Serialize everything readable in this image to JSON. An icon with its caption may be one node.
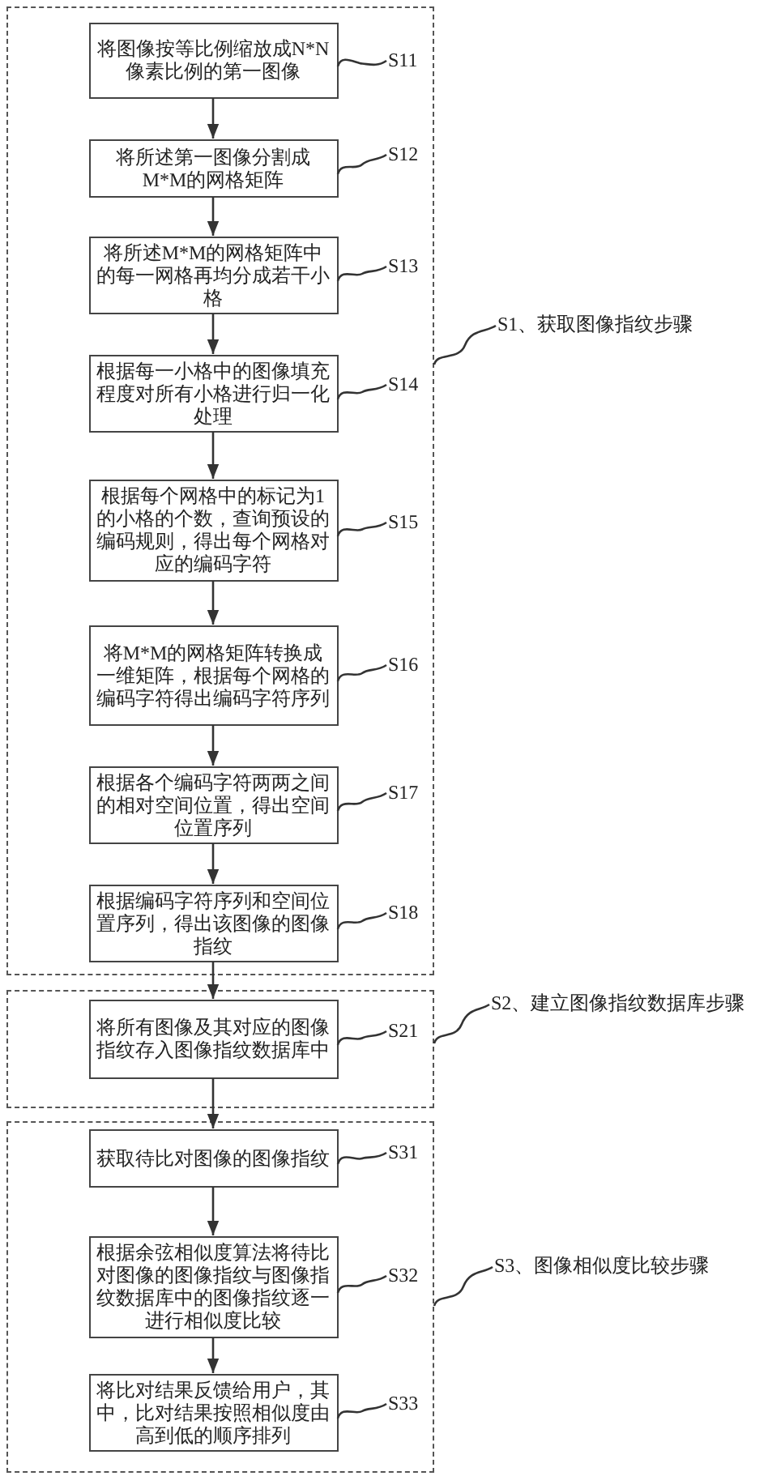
{
  "diagram": {
    "nodes": [
      {
        "text": [],
        "shape": "box"
      },
      {
        "text": [
          "将图像按等比例缩放成N*N像素比例的第一图像"
        ],
        "in": 0
      },
      {
        "text": [
          "S11"
        ],
        "in": 0
      },
      {
        "text": [
          "将所述第一图像分割成M*M的网格矩阵"
        ],
        "in": 0
      },
      {
        "text": [
          "S12"
        ],
        "in": 0
      },
      {
        "text": [
          "将所述M*M的网格矩阵中的每一网格再均分成若干小格"
        ],
        "in": 0
      },
      {
        "text": [
          "S13"
        ],
        "in": 0
      },
      {
        "text": [
          "根据每一小格中的图像填充程度对所有小格进行归一化处理"
        ],
        "in": 0
      },
      {
        "text": [
          "S14"
        ],
        "in": 0
      },
      {
        "text": [
          "S1、获取图像指纹步骤"
        ]
      },
      {
        "text": [
          "根据每个网格中的标记为1的小格的个数，查询预设的编码规则，得出每个网格对应的编码字符"
        ],
        "in": 0
      },
      {
        "text": [
          "S15"
        ],
        "in": 0
      },
      {
        "text": [
          "将M*M的网格矩阵转换成一维矩阵，根据每个网格的编码字符得出编码字符序列"
        ],
        "in": 0
      },
      {
        "text": [
          "S16"
        ],
        "in": 0
      },
      {
        "text": [
          "根据各个编码字符两两之间的相对空间位置，得出空间位置序列"
        ],
        "in": 0
      },
      {
        "text": [
          "S17"
        ],
        "in": 0
      },
      {
        "text": [
          "根据编码字符序列和空间位置序列，得出该图像的图像指纹"
        ],
        "in": 0
      },
      {
        "text": [
          "S18"
        ],
        "in": 0
      },
      {
        "text": [],
        "shape": "box"
      },
      {
        "text": [
          "将所有图像及其对应的图像指纹存入图像指纹数据库中"
        ],
        "in": 18
      },
      {
        "text": [
          "S21"
        ],
        "in": 18
      },
      {
        "text": [
          "S2、建立图像指纹数据库步骤"
        ]
      },
      {
        "text": [],
        "shape": "box"
      },
      {
        "text": [
          "获取待比对图像的图像指纹"
        ],
        "in": 22
      },
      {
        "text": [
          "S31"
        ],
        "in": 22
      },
      {
        "text": [
          "根据余弦相似度算法将待比对图像的图像指纹与图像指纹数据库中的图像指纹逐一进行相似度比较"
        ],
        "in": 22
      },
      {
        "text": [
          "S32"
        ],
        "in": 22
      },
      {
        "text": [
          "将比对结果反馈给用户，其中，比对结果按照相似度由高到低的顺序排列"
        ],
        "in": 22
      },
      {
        "text": [
          "S33"
        ],
        "in": 22
      },
      {
        "text": [
          "S3、图像相似度比较步骤"
        ]
      }
    ],
    "edges": [
      {
        "from": 1,
        "to": 3,
        "arrow": "to"
      },
      {
        "from": 3,
        "to": 5,
        "arrow": "to"
      },
      {
        "from": 5,
        "to": 7,
        "arrow": "to"
      },
      {
        "from": 7,
        "to": 10,
        "arrow": "to"
      },
      {
        "from": 10,
        "to": 12,
        "arrow": "to"
      },
      {
        "from": 12,
        "to": 14,
        "arrow": "to"
      },
      {
        "from": 14,
        "to": 16,
        "arrow": "to"
      },
      {
        "from": 16,
        "to": 19,
        "arrow": "to"
      },
      {
        "from": 19,
        "to": 23,
        "arrow": "to"
      },
      {
        "from": 23,
        "to": 25,
        "arrow": "to"
      },
      {
        "from": 25,
        "to": 27,
        "arrow": "to"
      },
      {
        "from": 2,
        "to": 1,
        "arrow": "none"
      },
      {
        "from": 4,
        "to": 3,
        "arrow": "none"
      },
      {
        "from": 6,
        "to": 5,
        "arrow": "none"
      },
      {
        "from": 8,
        "to": 7,
        "arrow": "none"
      },
      {
        "from": 11,
        "to": 10,
        "arrow": "none"
      },
      {
        "from": 13,
        "to": 12,
        "arrow": "none"
      },
      {
        "from": 15,
        "to": 14,
        "arrow": "none"
      },
      {
        "from": 17,
        "to": 16,
        "arrow": "none"
      },
      {
        "from": 20,
        "to": 19,
        "arrow": "none"
      },
      {
        "from": 24,
        "to": 23,
        "arrow": "none"
      },
      {
        "from": 26,
        "to": 25,
        "arrow": "none"
      },
      {
        "from": 28,
        "to": 27,
        "arrow": "none"
      },
      {
        "from": 9,
        "to": 0,
        "arrow": "none"
      },
      {
        "from": 21,
        "to": 18,
        "arrow": "none"
      },
      {
        "from": 29,
        "to": 22,
        "arrow": "none"
      }
    ]
  }
}
